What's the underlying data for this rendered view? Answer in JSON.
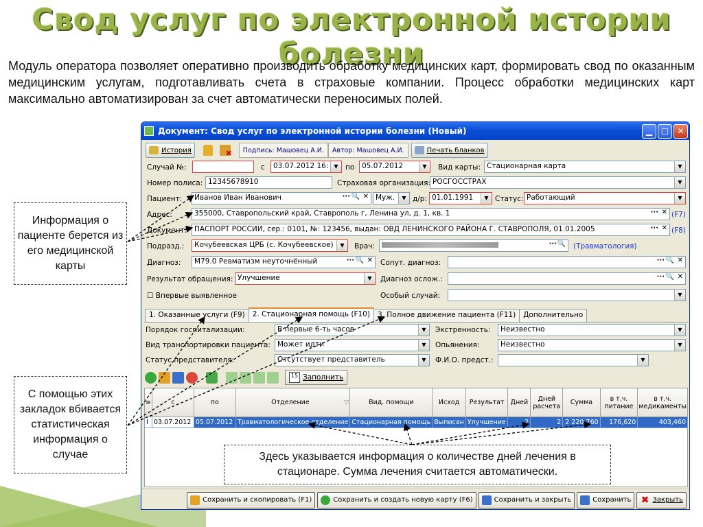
{
  "slide": {
    "title": "Свод услуг по электронной истории болезни",
    "intro": "Модуль оператора позволяет оперативно производить обработку медицинских карт, формировать свод по оказанным медицинским услугам, подготавливать счета в страховые компании. Процесс обработки медицинских карт максимально автоматизирован за счет автоматически переносимых полей.",
    "callout_patient": "Информация о пациенте берется из его медицинской карты",
    "callout_tabs": "С помощью этих закладок вбивается статистическая информация о случае",
    "callout_days": "Здесь указывается информация о количестве дней лечения в стационаре. Сумма лечения считается автоматически."
  },
  "window": {
    "title": "Документ: Свод услуг по электронной истории болезни (Новый)",
    "colors": {
      "titlebar": "#0a4fd6",
      "selection": "#316ac5",
      "required_border": "#e04040"
    }
  },
  "toolbar": {
    "history": "История",
    "signed_by": "Подпись: Машовец А.И.",
    "author": "Автор: Машовец А.И.",
    "print": "Печать бланков"
  },
  "form": {
    "case_label": "Случай №:",
    "case_value": "",
    "from_label": "с",
    "from_value": "03.07.2012 16:",
    "to_label": "по",
    "to_value": "05.07.2012",
    "card_type_label": "Вид карты:",
    "card_type_value": "Стационарная карта",
    "policy_label": "Номер полиса:",
    "policy_value": "12345678910",
    "insurer_label": "Страховая организация:",
    "insurer_value": "РОСГОССТРАХ",
    "patient_label": "Пациент:",
    "patient_value": "Иванов Иван Иванович",
    "sex_value": "Муж.",
    "dob_label": "д/р:",
    "dob_value": "01.01.1991",
    "status_label": "Статус:",
    "status_value": "Работающий",
    "address_label": "Адрес:",
    "address_value": "355000, Ставропольский край, Ставрополь г, Ленина ул, д. 1, кв. 1",
    "address_hotkey": "(F7)",
    "document_label": "Документ:",
    "document_value": "ПАСПОРТ РОССИИ, сер.: 0101, №: 123456, выдан: ОВД ЛЕНИНСКОГО РАЙОНА Г. СТАВРОПОЛЯ, 01.01.2005",
    "document_hotkey": "(F8)",
    "dept_label": "Подразд.:",
    "dept_value": "Кочубеевская ЦРБ (с. Кочубеевское)",
    "doctor_label": "Врач:",
    "doctor_specialty": "(Травматология)",
    "diagnosis_label": "Диагноз:",
    "diagnosis_value": "M79.0 Ревматизм неуточнённый",
    "co_diag_label": "Сопут. диагноз:",
    "result_label": "Результат обращения:",
    "result_value": "Улучшение",
    "complication_label": "Диагноз ослож.:",
    "first_detected_label": "Впервые выявленное",
    "special_case_label": "Особый случай:"
  },
  "tabs": [
    {
      "label": "1. Оказанные услуги (F9)"
    },
    {
      "label": "2. Стационарная помощь (F10)"
    },
    {
      "label": "3. Полное движение пациента (F11)"
    },
    {
      "label": "Дополнительно"
    }
  ],
  "tab_panel": {
    "hosp_order_label": "Порядок госпитализации:",
    "hosp_order_value": "В первые 6-ть часов",
    "urgency_label": "Экстренность:",
    "urgency_value": "Неизвестно",
    "transport_label": "Вид транспортировки пациента:",
    "transport_value": "Может идти",
    "intoxication_label": "Опьянения:",
    "intoxication_value": "Неизвестно",
    "rep_status_label": "Статус представителя:",
    "rep_status_value": "Отсутствует представитель",
    "rep_name_label": "Ф.И.О. предст.:",
    "rep_name_value": ""
  },
  "grid_toolbar": {
    "fill": "Заполнить",
    "calendar_day": "15"
  },
  "table": {
    "columns": [
      "с",
      "по",
      "Отделение",
      "Вид. помощи",
      "Исход",
      "Результат",
      "Дней",
      "Дней расчета",
      "Сумма",
      "в т.ч. питание",
      "в т.ч. медикаменты"
    ],
    "rows": [
      [
        "03.07.2012",
        "05.07.2012",
        "Травматологическое отделение",
        "Стационарная помощь",
        "Выписан",
        "Улучшение",
        "2",
        "2",
        "2 220,760",
        "176,620",
        "403,460"
      ]
    ]
  },
  "bottom_buttons": {
    "save_copy": "Сохранить и скопировать (F1)",
    "save_new": "Сохранить и создать новую карту (F6)",
    "save_close": "Сохранить и закрыть",
    "save": "Сохранить",
    "close": "Закрыть"
  }
}
